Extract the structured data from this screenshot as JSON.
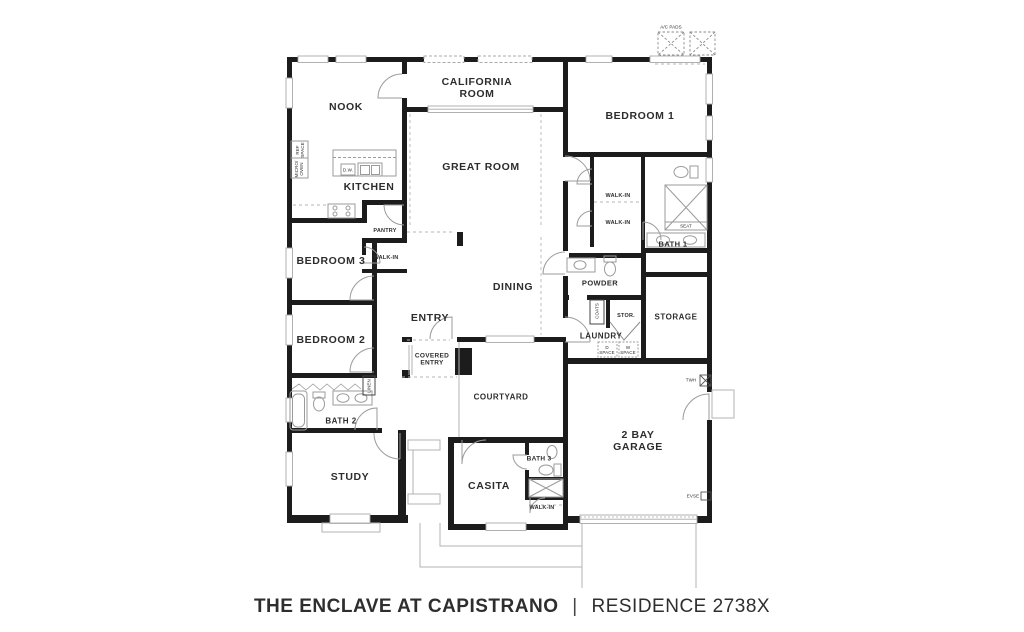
{
  "title": {
    "community": "THE ENCLAVE AT CAPISTRANO",
    "separator": "|",
    "residence": "RESIDENCE 2738X"
  },
  "rooms": {
    "nook": "NOOK",
    "california_room": "CALIFORNIA ROOM",
    "great_room": "GREAT ROOM",
    "bedroom_1": "BEDROOM 1",
    "kitchen": "KITCHEN",
    "pantry": "PANTRY",
    "bedroom_3": "BEDROOM 3",
    "walk_in_bed3": "WALK-IN",
    "bedroom_2": "BEDROOM 2",
    "entry": "ENTRY",
    "dining": "DINING",
    "walk_in_1": "WALK-IN",
    "walk_in_2": "WALK-IN",
    "bath_1": "BATH 1",
    "powder": "POWDER",
    "stor": "STOR.",
    "storage": "STORAGE",
    "laundry": "LAUNDRY",
    "covered_entry": "COVERED ENTRY",
    "courtyard": "COURTYARD",
    "bath_2": "BATH 2",
    "study": "STUDY",
    "casita": "CASITA",
    "bath_3": "BATH 3",
    "walk_in_casita": "WALK-IN",
    "garage": "2 BAY GARAGE"
  },
  "annotations": {
    "ac_pads": "A/C PADS",
    "seat": "SEAT",
    "coats": "COATS",
    "linen": "LINEN",
    "ref_space": "REF SPACE",
    "micro_oven": "MICRO/ OVEN",
    "dw": "D.W.",
    "d_space": "D SPACE",
    "w_space": "W SPACE",
    "twh": "TWH",
    "evse": "EVSE"
  },
  "colors": {
    "wall": "#1c1c1c",
    "thin_line": "#a8a8a8",
    "text": "#2d2d2d"
  }
}
